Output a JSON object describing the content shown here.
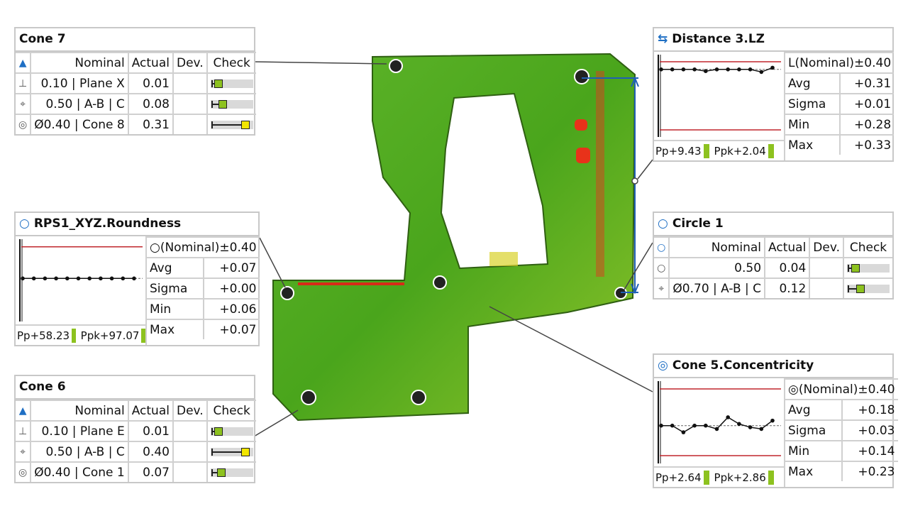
{
  "colors": {
    "accent": "#1f6fc4",
    "limit": "#c0272d",
    "ok": "#8dc21f",
    "warn": "#f2e600"
  },
  "cone7": {
    "title": "Cone 7",
    "header": [
      "Nominal",
      "Actual",
      "Dev.",
      "Check"
    ],
    "rows": [
      {
        "icon": "⊥",
        "nominal": "0.10 | Plane X",
        "actual": "0.01",
        "dev": "",
        "check": 0.1,
        "status": "ok"
      },
      {
        "icon": "⌖",
        "nominal": "0.50 | A-B | C",
        "actual": "0.08",
        "dev": "",
        "check": 0.2,
        "status": "ok"
      },
      {
        "icon": "◎",
        "nominal": "Ø0.40 | Cone 8",
        "actual": "0.31",
        "dev": "",
        "check": 0.78,
        "status": "warn"
      }
    ]
  },
  "cone6": {
    "title": "Cone 6",
    "header": [
      "Nominal",
      "Actual",
      "Dev.",
      "Check"
    ],
    "rows": [
      {
        "icon": "⊥",
        "nominal": "0.10 | Plane E",
        "actual": "0.01",
        "dev": "",
        "check": 0.1,
        "status": "ok"
      },
      {
        "icon": "⌖",
        "nominal": "0.50 | A-B | C",
        "actual": "0.40",
        "dev": "",
        "check": 0.78,
        "status": "warn"
      },
      {
        "icon": "◎",
        "nominal": "Ø0.40 | Cone 1",
        "actual": "0.07",
        "dev": "",
        "check": 0.16,
        "status": "ok"
      }
    ]
  },
  "circle1": {
    "title": "Circle 1",
    "header": [
      "Nominal",
      "Actual",
      "Dev.",
      "Check"
    ],
    "rows": [
      {
        "icon": "○",
        "nominal": "0.50",
        "actual": "0.04",
        "dev": "",
        "check": 0.1,
        "status": "ok"
      },
      {
        "icon": "⌖",
        "nominal": "Ø0.70 | A-B | C",
        "actual": "0.12",
        "dev": "",
        "check": 0.24,
        "status": "ok"
      }
    ]
  },
  "distance": {
    "title": "Distance 3.LZ",
    "tolerance": "L(Nominal)±0.40",
    "stats": [
      [
        "Avg",
        "+0.31"
      ],
      [
        "Sigma",
        "+0.01"
      ],
      [
        "Min",
        "+0.28"
      ],
      [
        "Max",
        "+0.33"
      ]
    ],
    "pp": "Pp+9.43",
    "ppk": "Ppk+2.04",
    "chart_data": {
      "type": "line",
      "limits": [
        -0.4,
        0.4
      ],
      "range": [
        -0.45,
        0.45
      ],
      "mean": 0.31,
      "values": [
        0.31,
        0.31,
        0.31,
        0.31,
        0.29,
        0.31,
        0.31,
        0.31,
        0.31,
        0.28,
        0.33
      ]
    }
  },
  "roundness": {
    "title": "RPS1_XYZ.Roundness",
    "tolerance": "○(Nominal)±0.40",
    "stats": [
      [
        "Avg",
        "+0.07"
      ],
      [
        "Sigma",
        "+0.00"
      ],
      [
        "Min",
        "+0.06"
      ],
      [
        "Max",
        "+0.07"
      ]
    ],
    "pp": "Pp+58.23",
    "ppk": "Ppk+97.07",
    "chart_data": {
      "type": "line",
      "limits": [
        null,
        0.4
      ],
      "range": [
        -0.35,
        0.45
      ],
      "mean": 0.07,
      "values": [
        0.07,
        0.07,
        0.07,
        0.07,
        0.07,
        0.07,
        0.07,
        0.07,
        0.07,
        0.07,
        0.07
      ]
    }
  },
  "concentricity": {
    "title": "Cone 5.Concentricity",
    "tolerance": "◎(Nominal)±0.40",
    "stats": [
      [
        "Avg",
        "+0.18"
      ],
      [
        "Sigma",
        "+0.03"
      ],
      [
        "Min",
        "+0.14"
      ],
      [
        "Max",
        "+0.23"
      ]
    ],
    "pp": "Pp+2.64",
    "ppk": "Ppk+2.86",
    "chart_data": {
      "type": "line",
      "limits": [
        0.0,
        0.4
      ],
      "range": [
        -0.03,
        0.43
      ],
      "mean": 0.18,
      "values": [
        0.18,
        0.18,
        0.14,
        0.18,
        0.18,
        0.16,
        0.23,
        0.19,
        0.17,
        0.16,
        0.21
      ]
    }
  }
}
